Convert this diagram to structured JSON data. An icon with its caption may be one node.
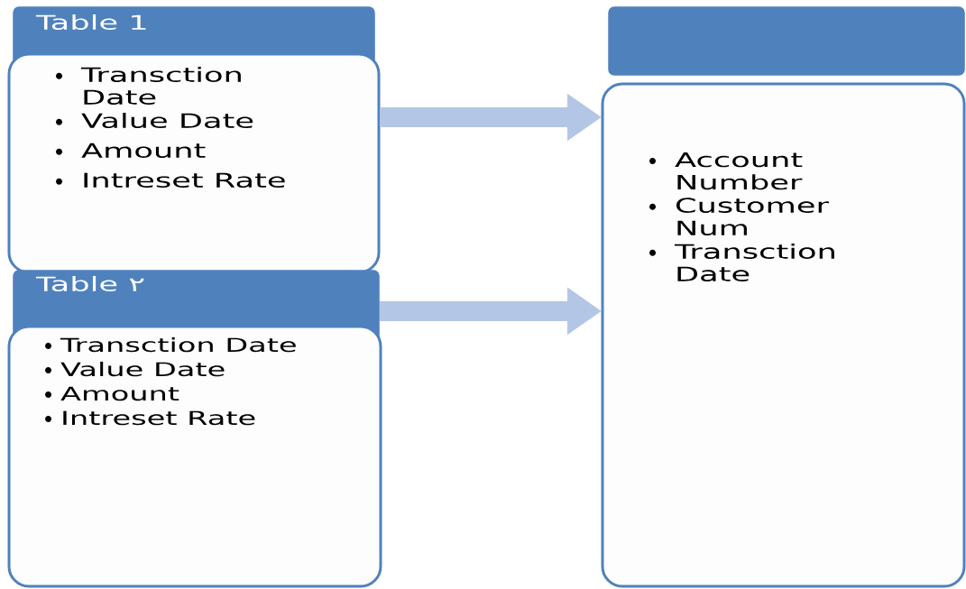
{
  "diagram": {
    "nodes": [
      {
        "text": [
          "Table 1"
        ]
      },
      {
        "text": [
          "Transction Date",
          "Value Date",
          "Amount",
          "Intreset Rate"
        ]
      },
      {
        "text": [
          "Table ٢"
        ]
      },
      {
        "text": [
          "Transction Date",
          "Value Date",
          "Amount",
          "Intreset Rate"
        ]
      },
      {
        "text": [],
        "shape": "box"
      },
      {
        "text": [
          "Account Number",
          "Customer Num",
          "Transction Date"
        ]
      }
    ],
    "edges": [
      {
        "from": 1,
        "to": 5,
        "arrow": "to"
      },
      {
        "from": 2,
        "to": 5,
        "arrow": "to"
      }
    ]
  }
}
